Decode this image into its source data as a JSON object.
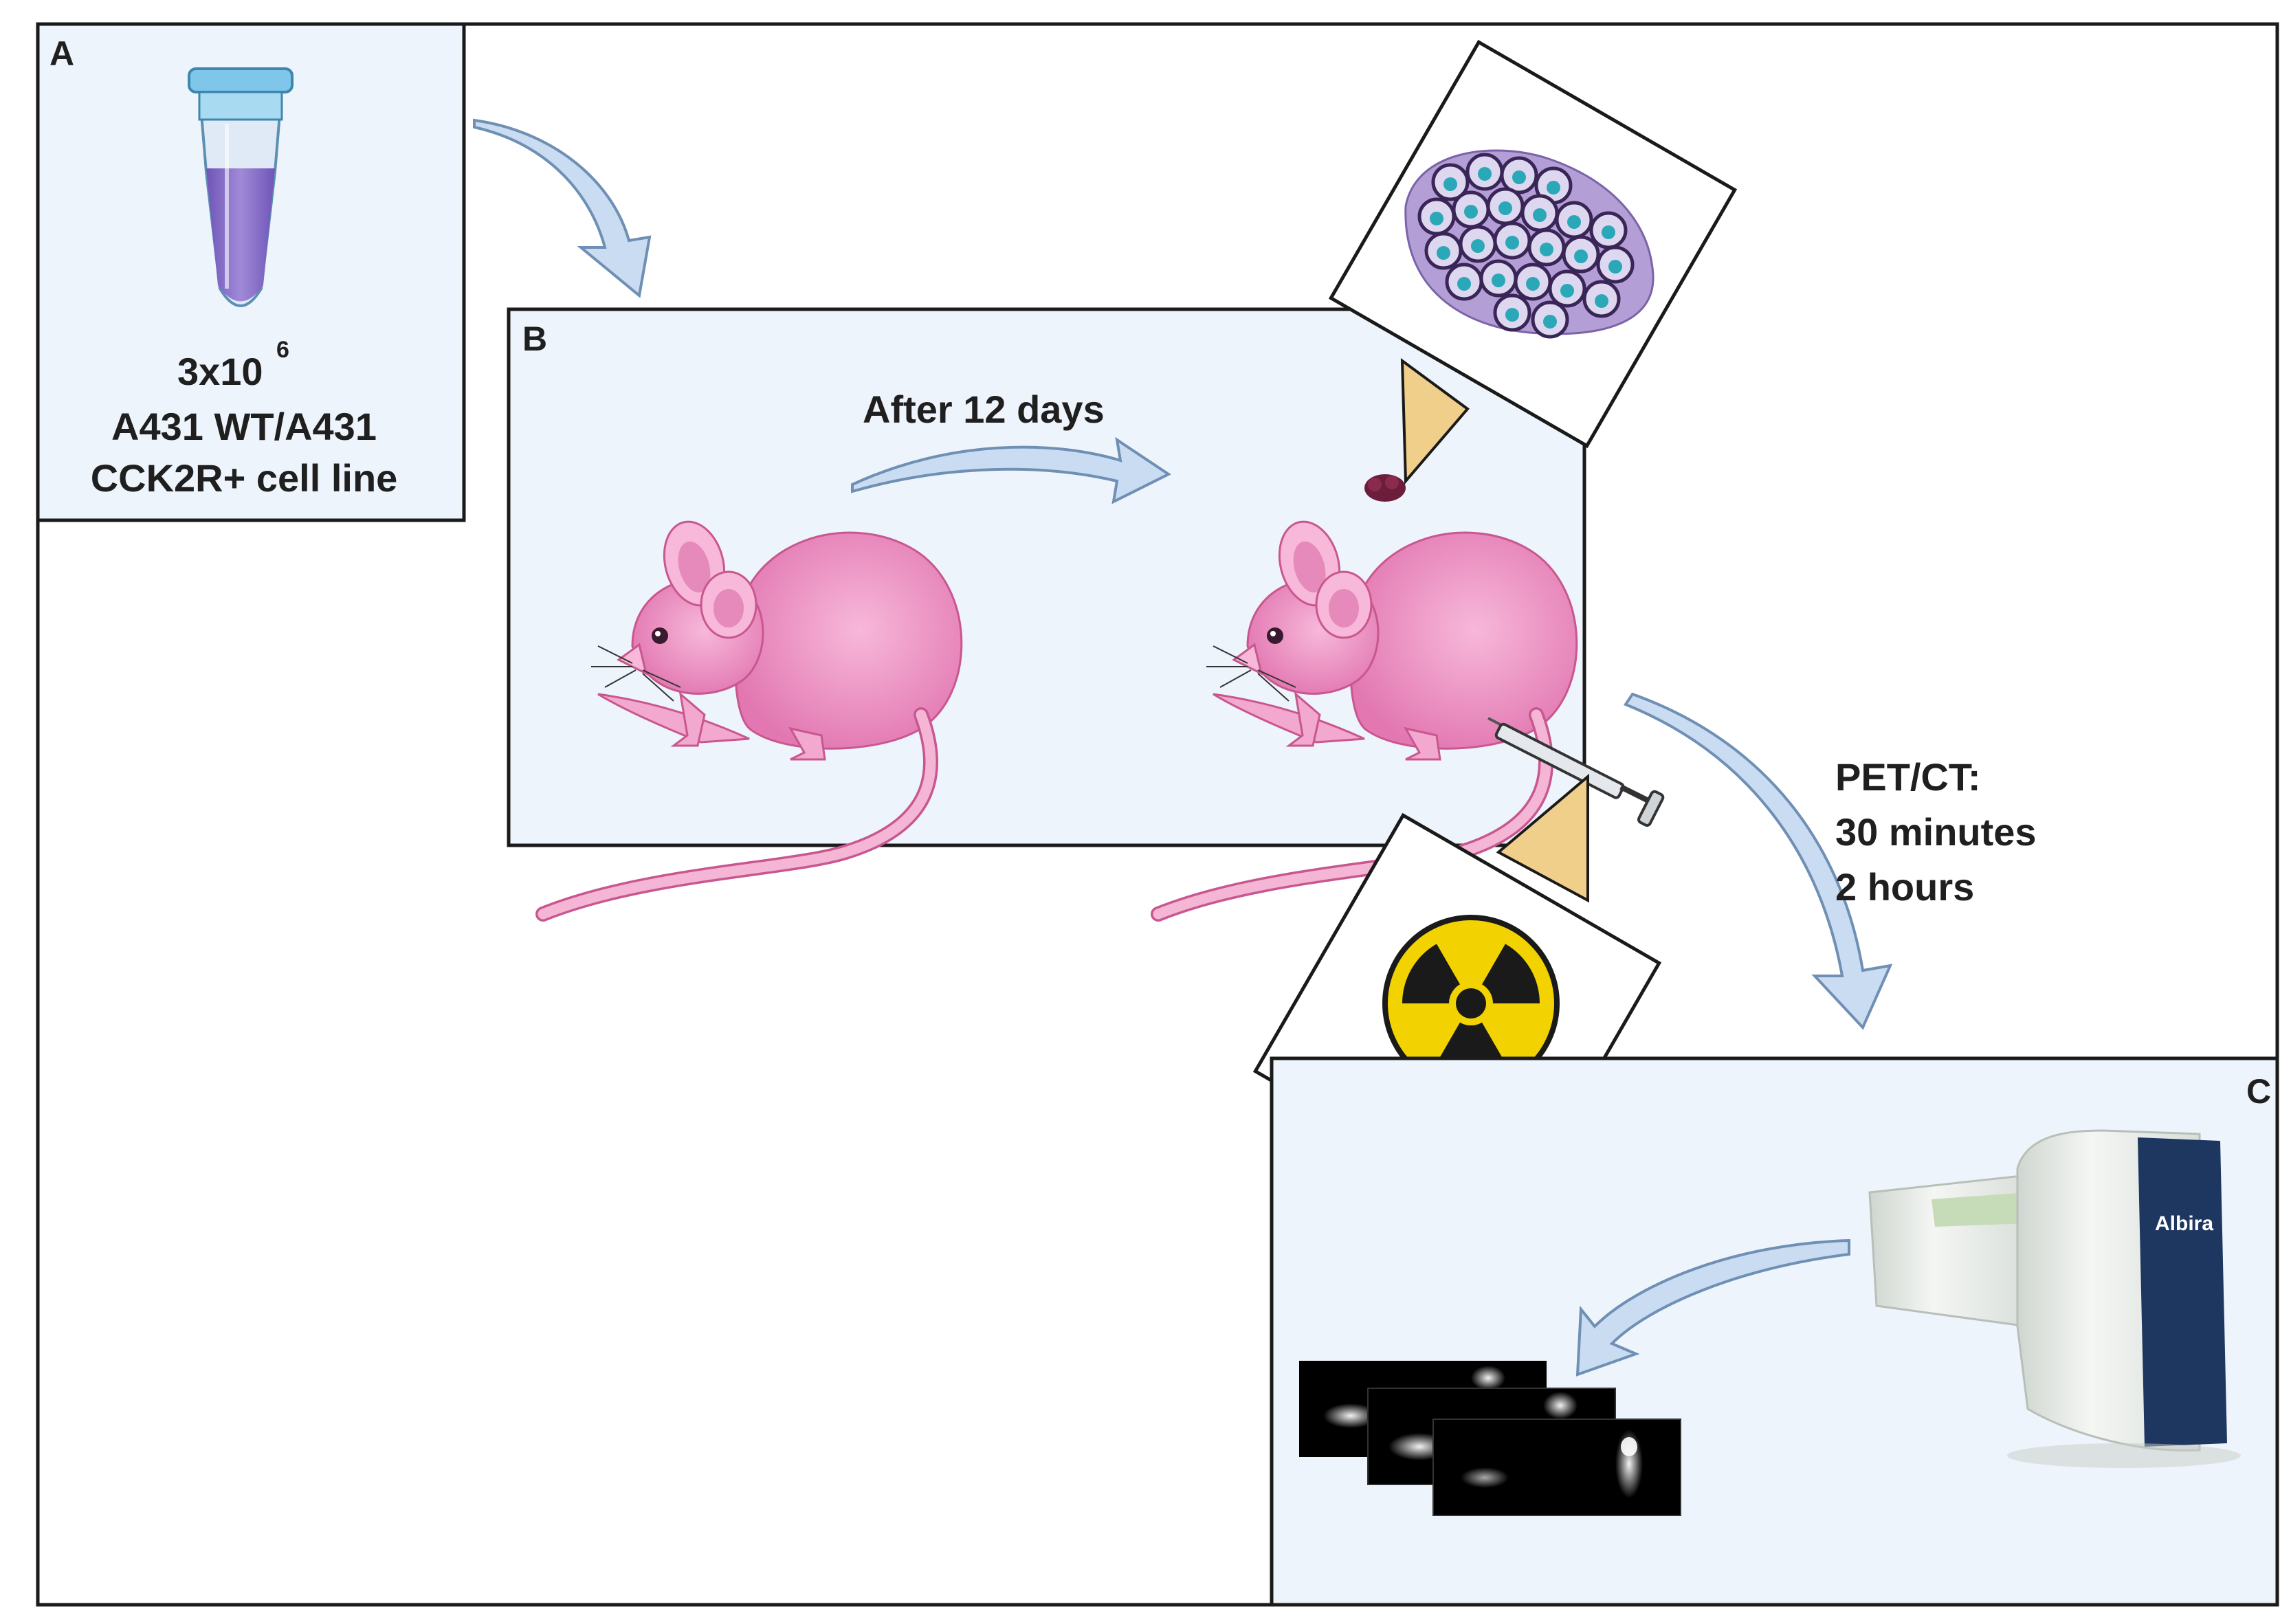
{
  "panels": {
    "a": {
      "letter": "A",
      "cell_count_base": "3x10",
      "cell_count_exp": "6",
      "line2": "A431 WT/A431",
      "line3": "CCK2R+ cell line"
    },
    "b": {
      "letter": "B",
      "arrow_label": "After 12 days"
    },
    "c": {
      "letter": "C",
      "scanner_brand": "Albira"
    }
  },
  "imaging": {
    "title": "PET/CT:",
    "time1": "30 minutes",
    "time2": "2 hours"
  },
  "colors": {
    "panel_bg": "#eef4fb",
    "border": "#1a1a1a",
    "arrow_fill": "#c9dcf2",
    "arrow_stroke": "#6f8fb4",
    "mouse_body": "#f08cc0",
    "mouse_dark": "#d45f9c",
    "tube_liquid": "#8a72c9",
    "tube_cap": "#7fc6ea",
    "cell_cluster": "#b39fd6",
    "cell_nucleus": "#2aa8b8",
    "cell_outline": "#3a2656",
    "radiation_yellow": "#f2d200",
    "callout_tan": "#f0cf8a",
    "scanner_body": "#e5e9e4",
    "scanner_panel": "#1e3761"
  }
}
